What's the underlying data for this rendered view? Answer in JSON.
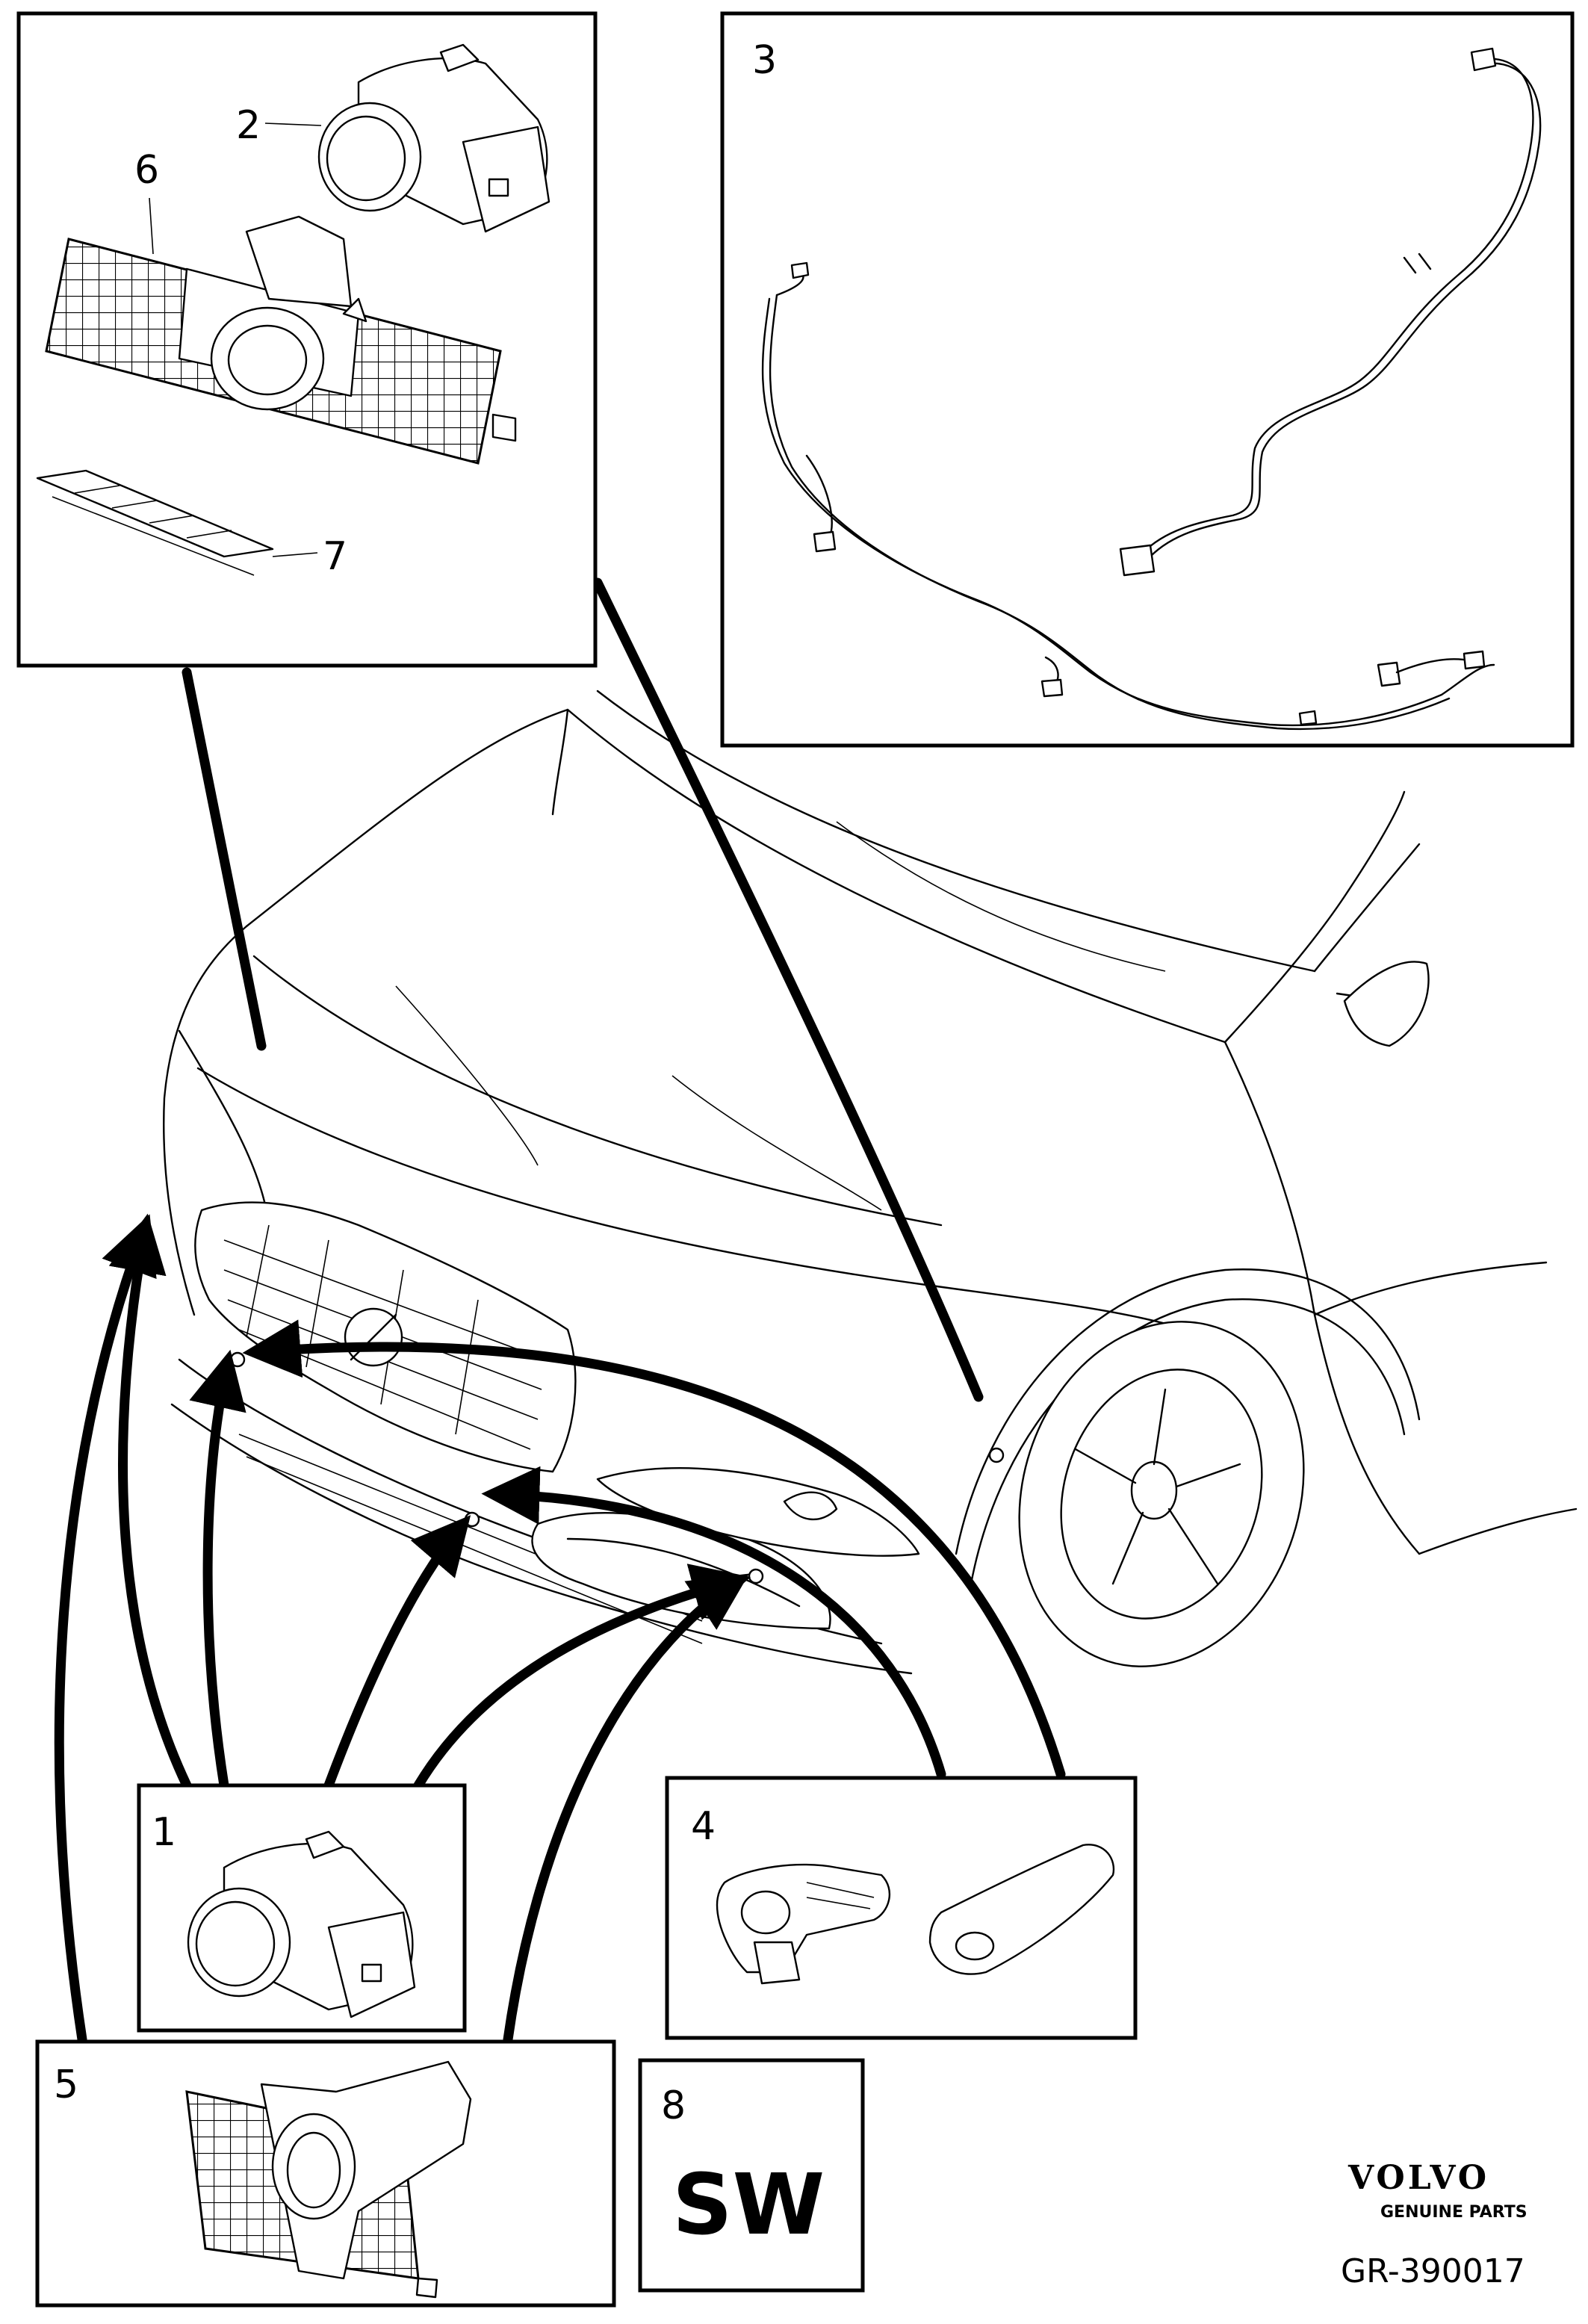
{
  "diagram": {
    "callouts": {
      "c1": "1",
      "c2": "2",
      "c3": "3",
      "c4": "4",
      "c5": "5",
      "c6": "6",
      "c7": "7",
      "c8": "8"
    },
    "software_label": "SW",
    "brand": {
      "name": "VOLVO",
      "tagline": "GENUINE PARTS"
    },
    "reference_code": "GR-390017"
  }
}
